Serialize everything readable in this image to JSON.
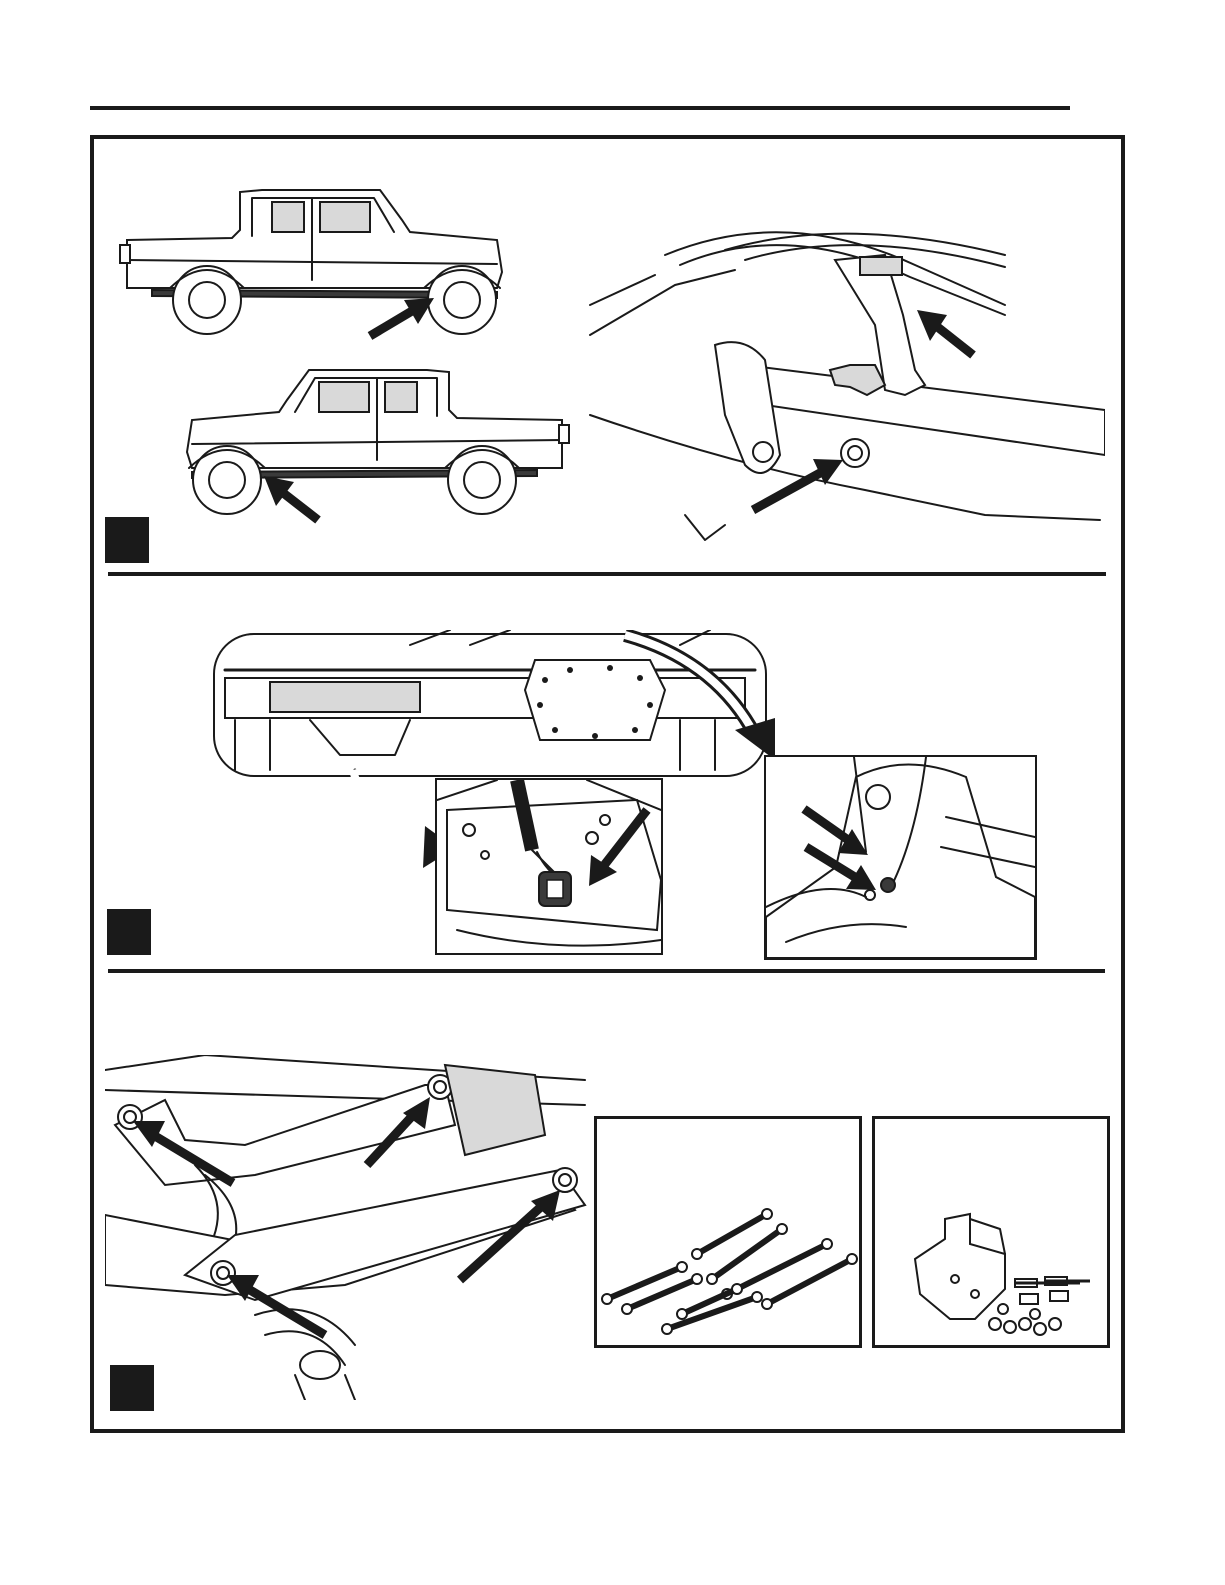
{
  "colors": {
    "ink": "#1a1a1a",
    "paper": "#ffffff",
    "shade": "#d9d9d9"
  },
  "sections": [
    {
      "step_label": "",
      "figures": [
        "vehicle-side-views",
        "brake-line-bracket-detail"
      ]
    },
    {
      "step_label": "",
      "figures": [
        "rear-axle-overview",
        "abs-sensor-connector-detail",
        "differential-vent-detail"
      ]
    },
    {
      "step_label": "",
      "figures": [
        "control-arm-mounts",
        "control-arm-kit",
        "bracket-hardware-kit"
      ]
    }
  ],
  "icons": [
    "arrow-icon"
  ]
}
